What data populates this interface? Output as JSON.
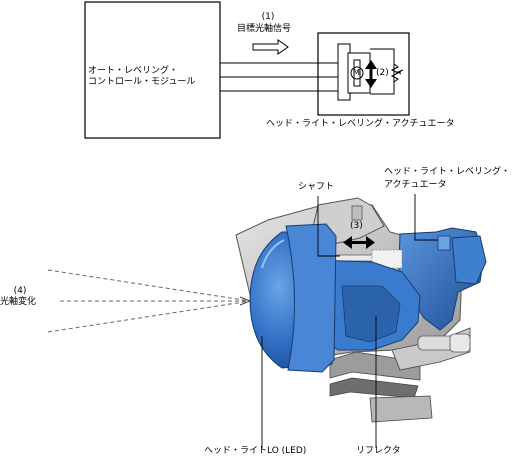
{
  "schematic": {
    "module_label_line1": "オート・レベリング・",
    "module_label_line2": "コントロール・モジュール",
    "signal_number": "(1)",
    "signal_label": "目標光軸信号",
    "motor_symbol": "M",
    "motion_number": "(2)",
    "actuator_label": "ヘッド・ライト・レベリング・アクチュエータ"
  },
  "illustration": {
    "actuator_label_line1": "ヘッド・ライト・レベリング・",
    "actuator_label_line2": "アクチュエータ",
    "shaft_label": "シャフト",
    "shaft_motion_number": "(3)",
    "beam_number": "(4)",
    "beam_label": "光軸変化",
    "headlight_label": "ヘッド・ライトLO (LED)",
    "reflector_label": "リフレクタ"
  },
  "colors": {
    "lamp_blue": "#2f6fc4",
    "lamp_dark_blue": "#1d4f96",
    "lamp_light_blue": "#5b95dd",
    "housing_gray": "#8c8c8c",
    "housing_light": "#d3d3d3",
    "housing_dark": "#4a4a4a"
  }
}
